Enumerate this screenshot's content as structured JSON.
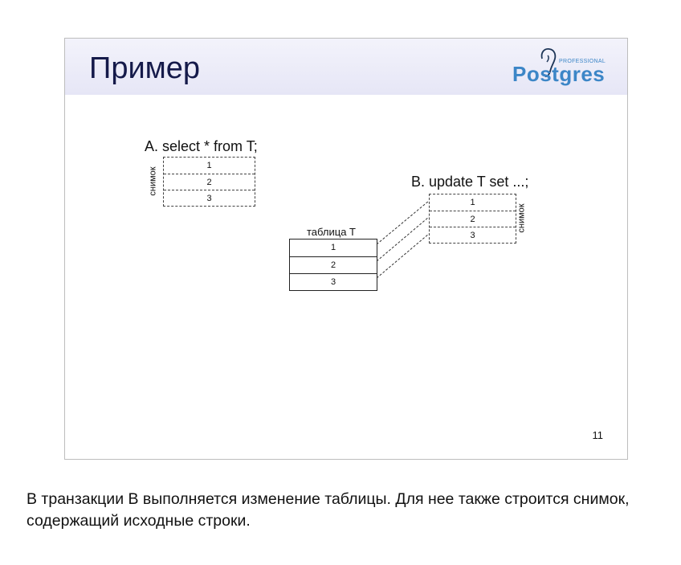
{
  "slide": {
    "title": "Пример",
    "logo": {
      "professional": "PROFESSIONAL",
      "word": "Postgres"
    },
    "page_number": "11",
    "diagram": {
      "query_a": "A. select * from T;",
      "snapshot_label_a": "снимок",
      "snapshot_a_rows": [
        "1",
        "2",
        "3"
      ],
      "query_b": "B. update T set ...;",
      "snapshot_label_b": "снимок",
      "snapshot_b_rows": [
        "1",
        "2",
        "3"
      ],
      "table_label": "таблица T",
      "table_rows": [
        "1",
        "2",
        "3"
      ]
    }
  },
  "notes": {
    "text": "В транзакции B выполняется изменение таблицы. Для нее также строится снимок, содержащий исходные строки."
  }
}
